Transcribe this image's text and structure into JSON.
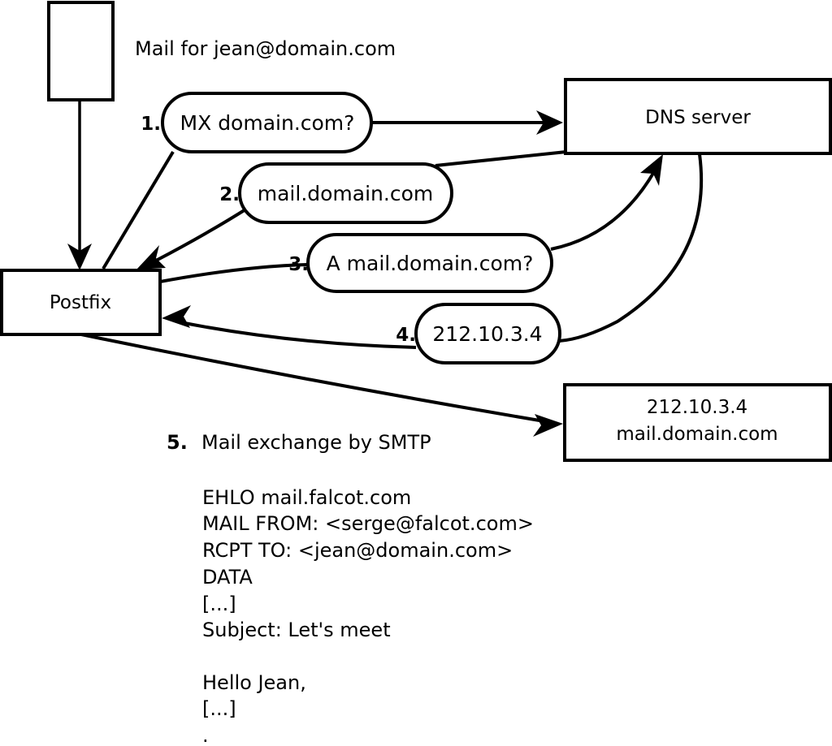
{
  "diagram": {
    "title_caption": "Mail for jean@domain.com",
    "nodes": {
      "sender_box": {
        "label": ""
      },
      "postfix": {
        "label": "Postfix"
      },
      "dns_server": {
        "label": "DNS server"
      },
      "mail_server": {
        "line1": "212.10.3.4",
        "line2": "mail.domain.com"
      }
    },
    "steps": [
      {
        "number": "1.",
        "label": "MX domain.com?"
      },
      {
        "number": "2.",
        "label": "mail.domain.com"
      },
      {
        "number": "3.",
        "label": "A mail.domain.com?"
      },
      {
        "number": "4.",
        "label": "212.10.3.4"
      }
    ],
    "step5": {
      "number": "5.",
      "label": "Mail exchange by SMTP"
    },
    "smtp_transcript": [
      "EHLO mail.falcot.com",
      "MAIL FROM: <serge@falcot.com>",
      "RCPT TO: <jean@domain.com>",
      "DATA",
      "[...]",
      "Subject: Let's meet",
      "",
      "Hello Jean,",
      "[...]",
      "."
    ],
    "colors": {
      "stroke": "#000000",
      "fill": "#ffffff",
      "background": "#ffffff"
    }
  }
}
